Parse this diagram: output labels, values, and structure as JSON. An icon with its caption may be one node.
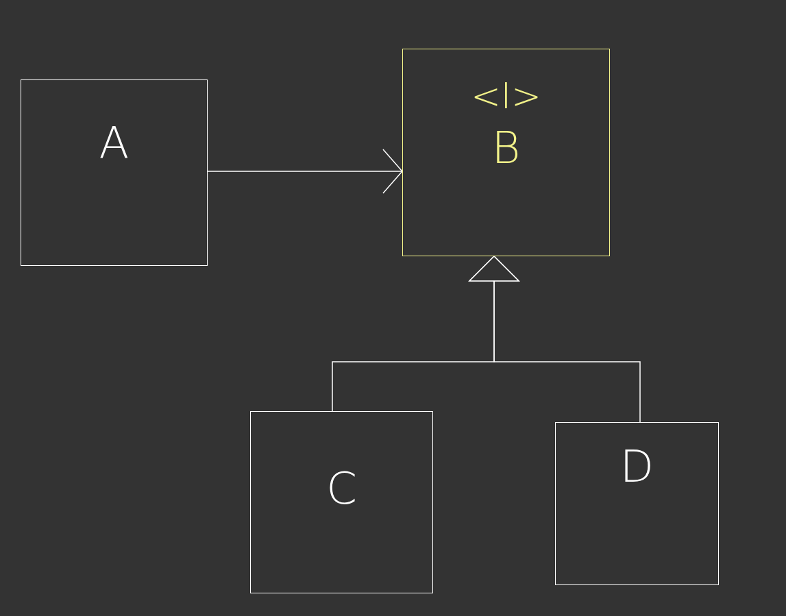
{
  "diagram": {
    "nodes": [
      {
        "text": [
          "A"
        ]
      },
      {
        "text": [
          "<I>",
          "B"
        ]
      },
      {
        "text": [
          "C"
        ]
      },
      {
        "text": [
          "D"
        ]
      }
    ],
    "edges": [
      {
        "from": 0,
        "to": 1,
        "arrow": "to"
      },
      {
        "from": 2,
        "to": 1,
        "arrow": "to"
      },
      {
        "from": 3,
        "to": 1,
        "arrow": "to"
      }
    ]
  }
}
